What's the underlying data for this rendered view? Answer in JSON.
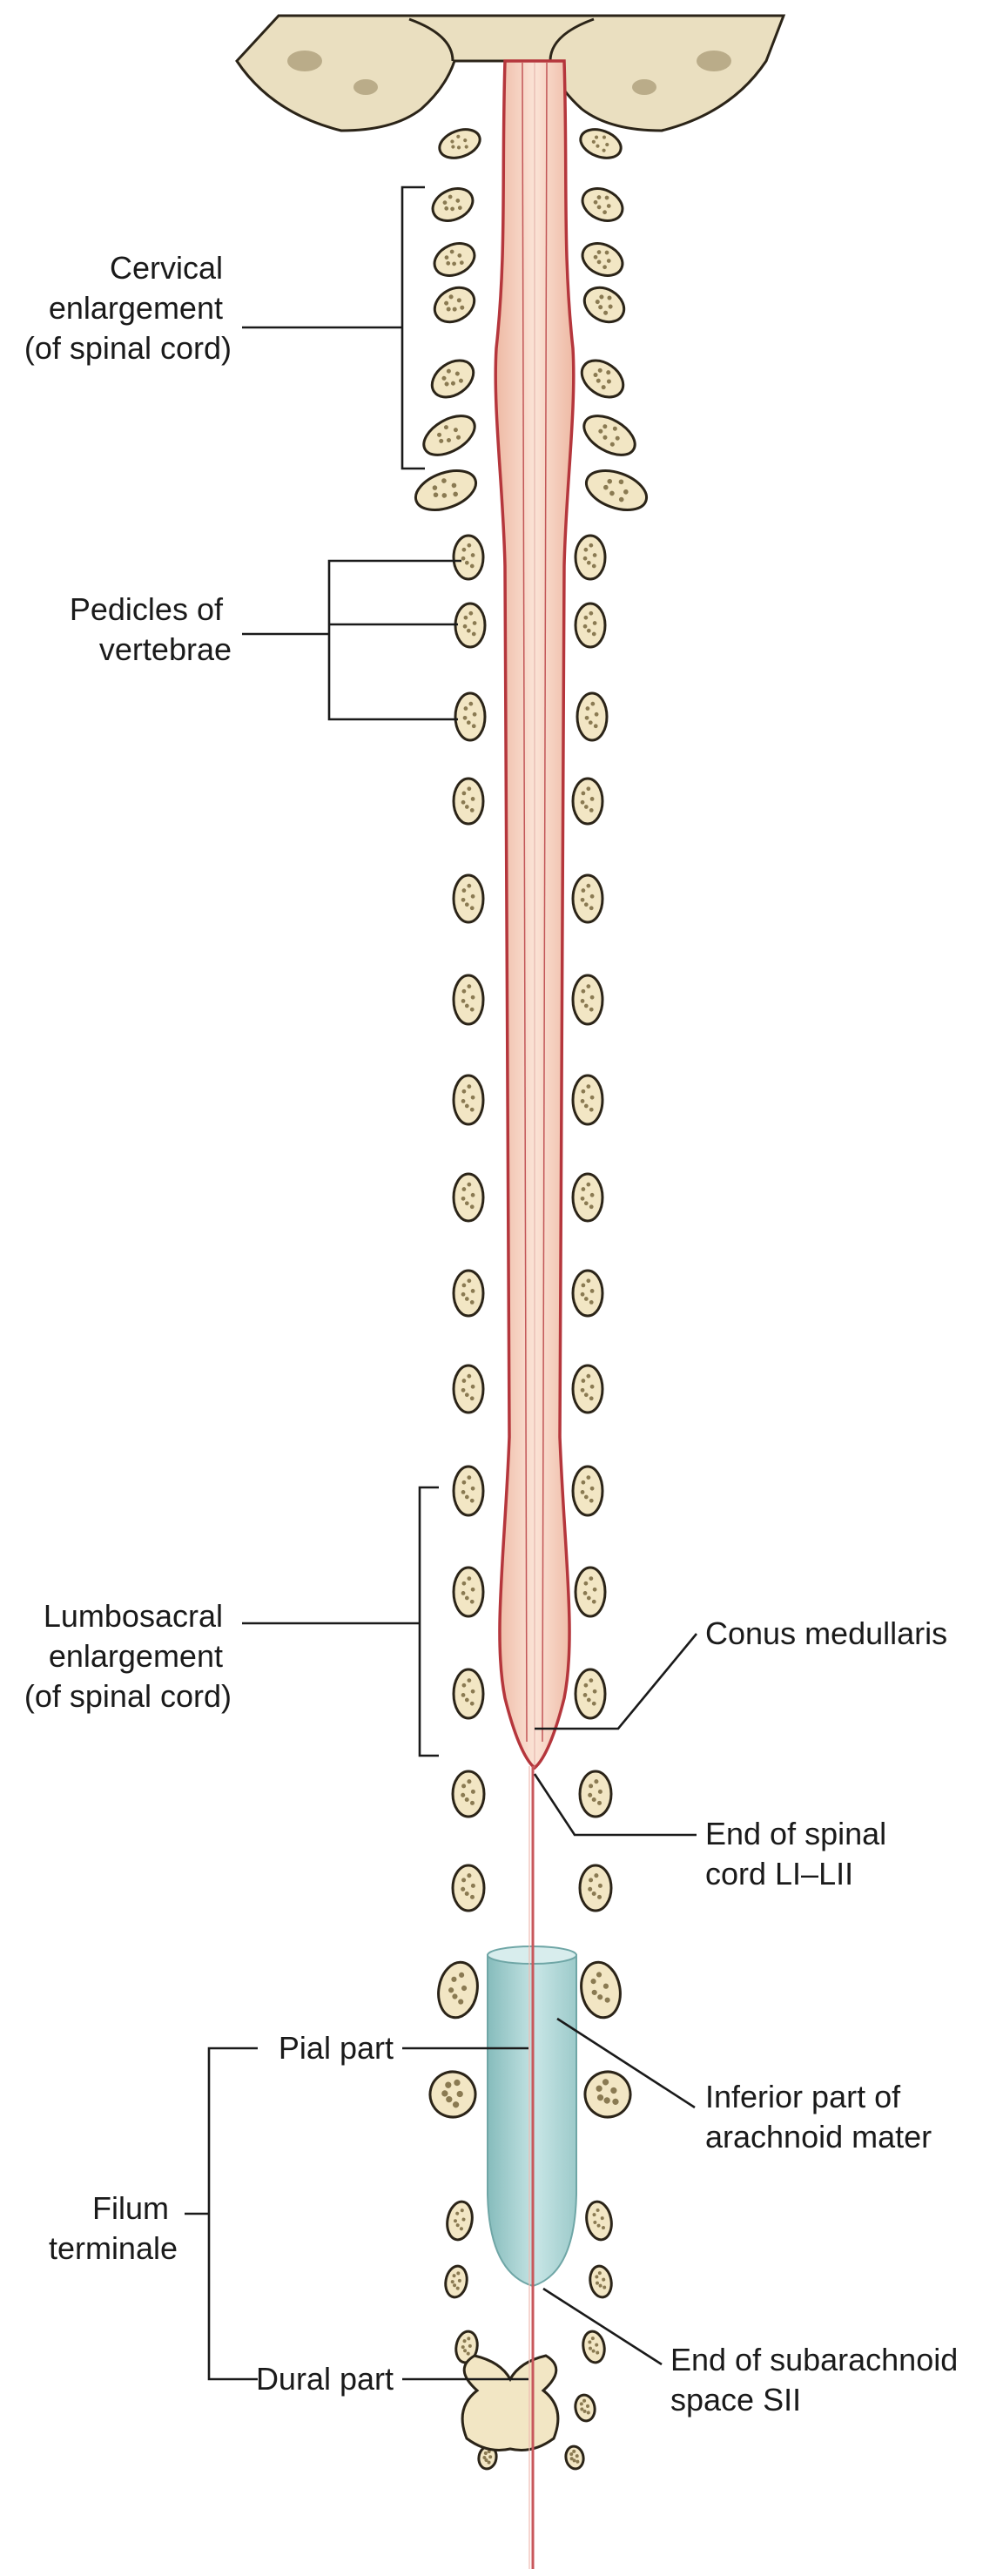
{
  "labels": {
    "cervical": [
      "Cervical",
      "enlargement",
      "(of spinal cord)"
    ],
    "pedicles": [
      "Pedicles of",
      "vertebrae"
    ],
    "lumbosacral": [
      "Lumbosacral",
      "enlargement",
      "(of spinal cord)"
    ],
    "conus": [
      "Conus medullaris"
    ],
    "end_cord": [
      "End of spinal",
      "cord LI–LII"
    ],
    "pial": [
      "Pial part"
    ],
    "arachnoid": [
      "Inferior part of",
      "arachnoid mater"
    ],
    "filum": [
      "Filum",
      "terminale"
    ],
    "end_subarachnoid": [
      "End of subarachnoid",
      "space SII"
    ],
    "dural": [
      "Dural part"
    ]
  },
  "colors": {
    "cord_fill": "#f6d3c0",
    "cord_outline": "#b5363c",
    "bone_fill": "#f2e6c4",
    "bone_outline": "#2b2418",
    "sac_fill": "#a9d2d2",
    "filum": "#c8585c"
  }
}
